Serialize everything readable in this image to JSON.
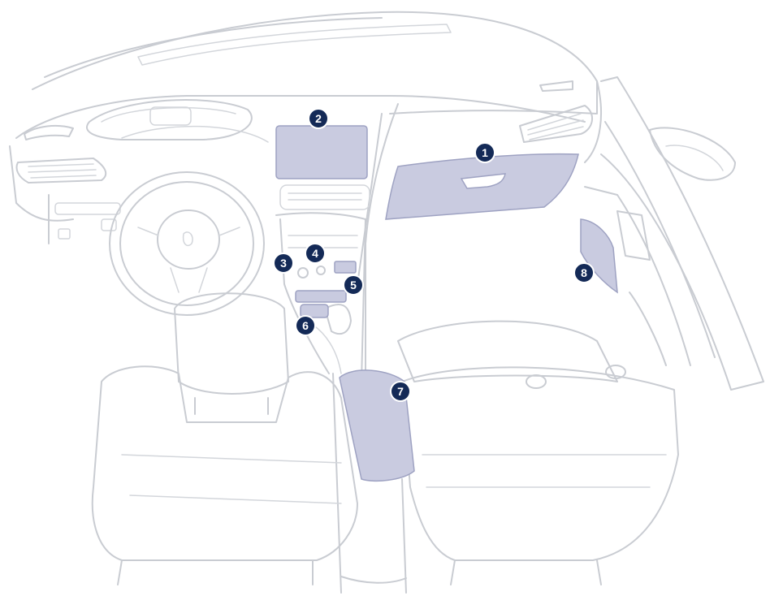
{
  "callouts": [
    {
      "id": "1",
      "label": "1"
    },
    {
      "id": "2",
      "label": "2"
    },
    {
      "id": "3",
      "label": "3"
    },
    {
      "id": "4",
      "label": "4"
    },
    {
      "id": "5",
      "label": "5"
    },
    {
      "id": "6",
      "label": "6"
    },
    {
      "id": "7",
      "label": "7"
    },
    {
      "id": "8",
      "label": "8"
    }
  ],
  "colors": {
    "highlight": "#c9cbe0",
    "callout": "#142a57",
    "outline": "#c9ccd2"
  }
}
